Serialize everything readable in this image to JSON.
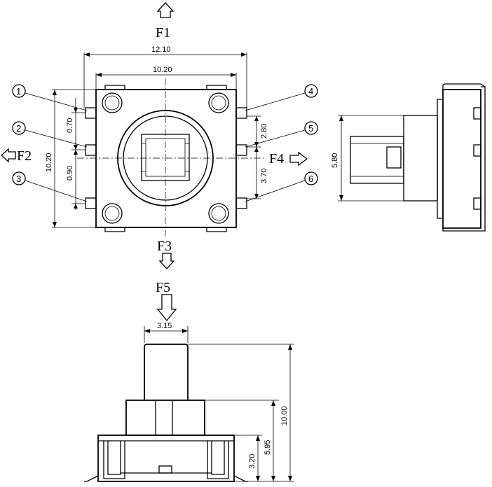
{
  "forces": {
    "f1": "F1",
    "f2": "F2",
    "f3": "F3",
    "f4": "F4",
    "f5": "F5"
  },
  "pins": [
    "1",
    "2",
    "3",
    "4",
    "5",
    "6"
  ],
  "top_view": {
    "overall_width": "12.10",
    "body_width": "10.20",
    "body_height": "10.20",
    "left_pitch_upper": "0.70",
    "left_pitch_lower": "0.90",
    "right_pitch_upper": "2.80",
    "right_pitch_lower": "3.70"
  },
  "side_view": {
    "height": "5.80"
  },
  "front_view": {
    "actuator_width": "3.15",
    "total_height": "10.00",
    "shoulder_height": "5.95",
    "base_height": "3.20"
  }
}
